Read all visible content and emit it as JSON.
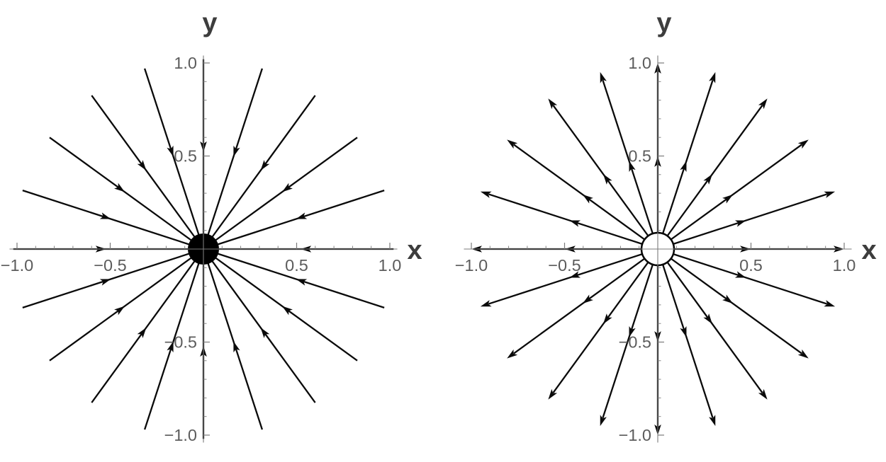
{
  "style": {
    "background": "#ffffff",
    "stream_color": "#0a0a0a",
    "axis_color": "#7a7a7a",
    "tick_label_color": "#5c5c5c",
    "axis_letter_color": "#3d3d3d"
  },
  "chart_data": [
    {
      "type": "vector-field-streamplot",
      "description": "Radial streamlines flowing inward toward the origin (stable node / sink) with a filled black disk at the origin",
      "title": "",
      "xlabel": "x",
      "ylabel": "y",
      "xlim": [
        -1.04,
        1.04
      ],
      "ylim": [
        -1.04,
        1.04
      ],
      "grid": false,
      "legend": false,
      "x_ticks": [
        {
          "v": -1.0,
          "label": "−1.0"
        },
        {
          "v": -0.5,
          "label": "−0.5"
        },
        {
          "v": 0.5,
          "label": "0.5"
        },
        {
          "v": 1.0,
          "label": "1.0"
        }
      ],
      "y_ticks": [
        {
          "v": 1.0,
          "label": "1.0"
        },
        {
          "v": 0.5,
          "label": "0.5"
        },
        {
          "v": -0.5,
          "label": "−0.5"
        },
        {
          "v": -1.0,
          "label": "−1.0"
        }
      ],
      "minor_tick_step": 0.1,
      "rays": {
        "count": 20,
        "start_angle_deg": 0,
        "step_deg": 18,
        "inner_r": 0,
        "outer_r": 1.02
      },
      "flow": "inward",
      "mid_arrow_r": 0.55,
      "tip_arrow": false,
      "center_marker": {
        "shape": "filled-disk",
        "radius_px": 22,
        "fill": "#000000"
      }
    },
    {
      "type": "vector-field-streamplot",
      "description": "Radial streamlines flowing outward from the origin (unstable node / source) with an open white circle at the origin",
      "title": "",
      "xlabel": "x",
      "ylabel": "y",
      "xlim": [
        -1.04,
        1.04
      ],
      "ylim": [
        -1.04,
        1.04
      ],
      "grid": false,
      "legend": false,
      "x_ticks": [
        {
          "v": -1.0,
          "label": "−1.0"
        },
        {
          "v": -0.5,
          "label": "−0.5"
        },
        {
          "v": 0.5,
          "label": "0.5"
        },
        {
          "v": 1.0,
          "label": "1.0"
        }
      ],
      "y_ticks": [
        {
          "v": 1.0,
          "label": "1.0"
        },
        {
          "v": 0.5,
          "label": "0.5"
        },
        {
          "v": -0.5,
          "label": "−0.5"
        },
        {
          "v": -1.0,
          "label": "−1.0"
        }
      ],
      "minor_tick_step": 0.1,
      "rays": {
        "count": 20,
        "start_angle_deg": 0,
        "step_deg": 18,
        "inner_r": 0,
        "outer_r": 1.0
      },
      "flow": "outward",
      "mid_arrow_r": 0.47,
      "tip_arrow": true,
      "center_marker": {
        "shape": "open-circle",
        "radius_px": 23,
        "fill": "#ffffff",
        "stroke": "#000000"
      }
    }
  ]
}
